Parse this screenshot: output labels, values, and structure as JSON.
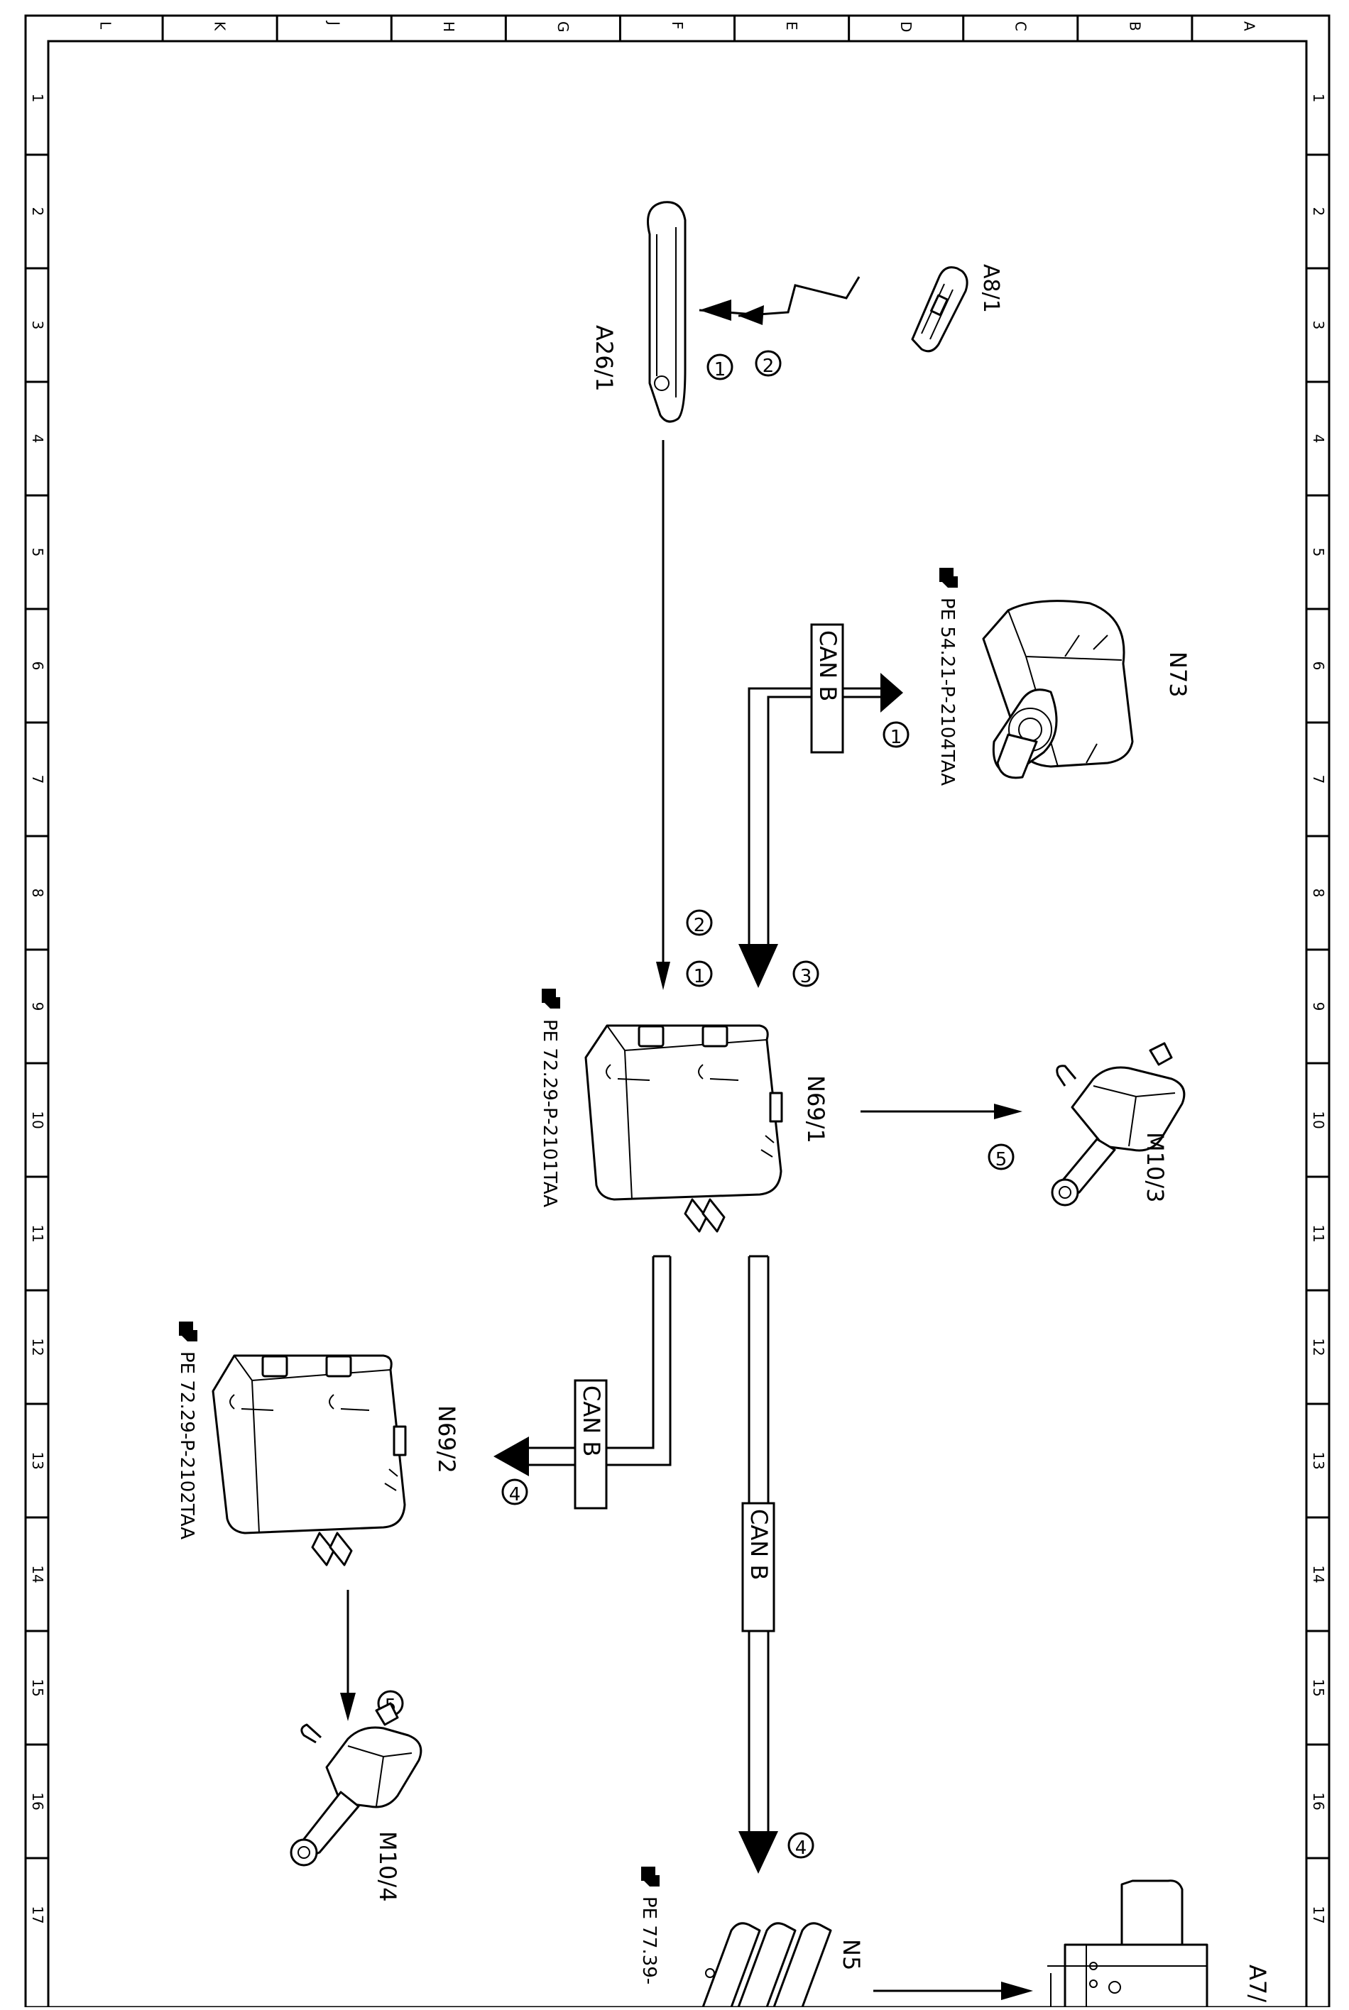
{
  "grid": {
    "top_letters": [
      "L",
      "K",
      "J",
      "H",
      "G",
      "F",
      "E",
      "D",
      "C",
      "B",
      "A"
    ],
    "side_numbers": [
      "1",
      "2",
      "3",
      "4",
      "5",
      "6",
      "7",
      "8",
      "9",
      "10",
      "11",
      "12",
      "13",
      "14",
      "15",
      "16",
      "17"
    ]
  },
  "components": {
    "a26_1": "A26/1",
    "a8_1": "A8/1",
    "n73": "N73",
    "n69_1": "N69/1",
    "n69_2": "N69/2",
    "m10_3": "M10/3",
    "m10_4": "M10/4",
    "n5": "N5",
    "a7": "A7/"
  },
  "references": {
    "n73_ref": "PE 54.21-P-2104TAA",
    "n69_1_ref": "PE 72.29-P-2101TAA",
    "n69_2_ref": "PE 72.29-P-2102TAA",
    "n5_ref": "PE 77.39-"
  },
  "bus_labels": {
    "can_b_top": "CAN B",
    "can_b_left": "CAN B",
    "can_b_long": "CAN B"
  },
  "steps": {
    "a26_step2": "2",
    "a26_step1": "1",
    "n73_step1": "1",
    "n69_in_step2": "2",
    "n69_in_step1": "1",
    "n69_in_step3": "3",
    "m10_3_step5": "5",
    "n69_2_step4": "4",
    "m10_4_step5": "5",
    "n5_step4": "4"
  }
}
